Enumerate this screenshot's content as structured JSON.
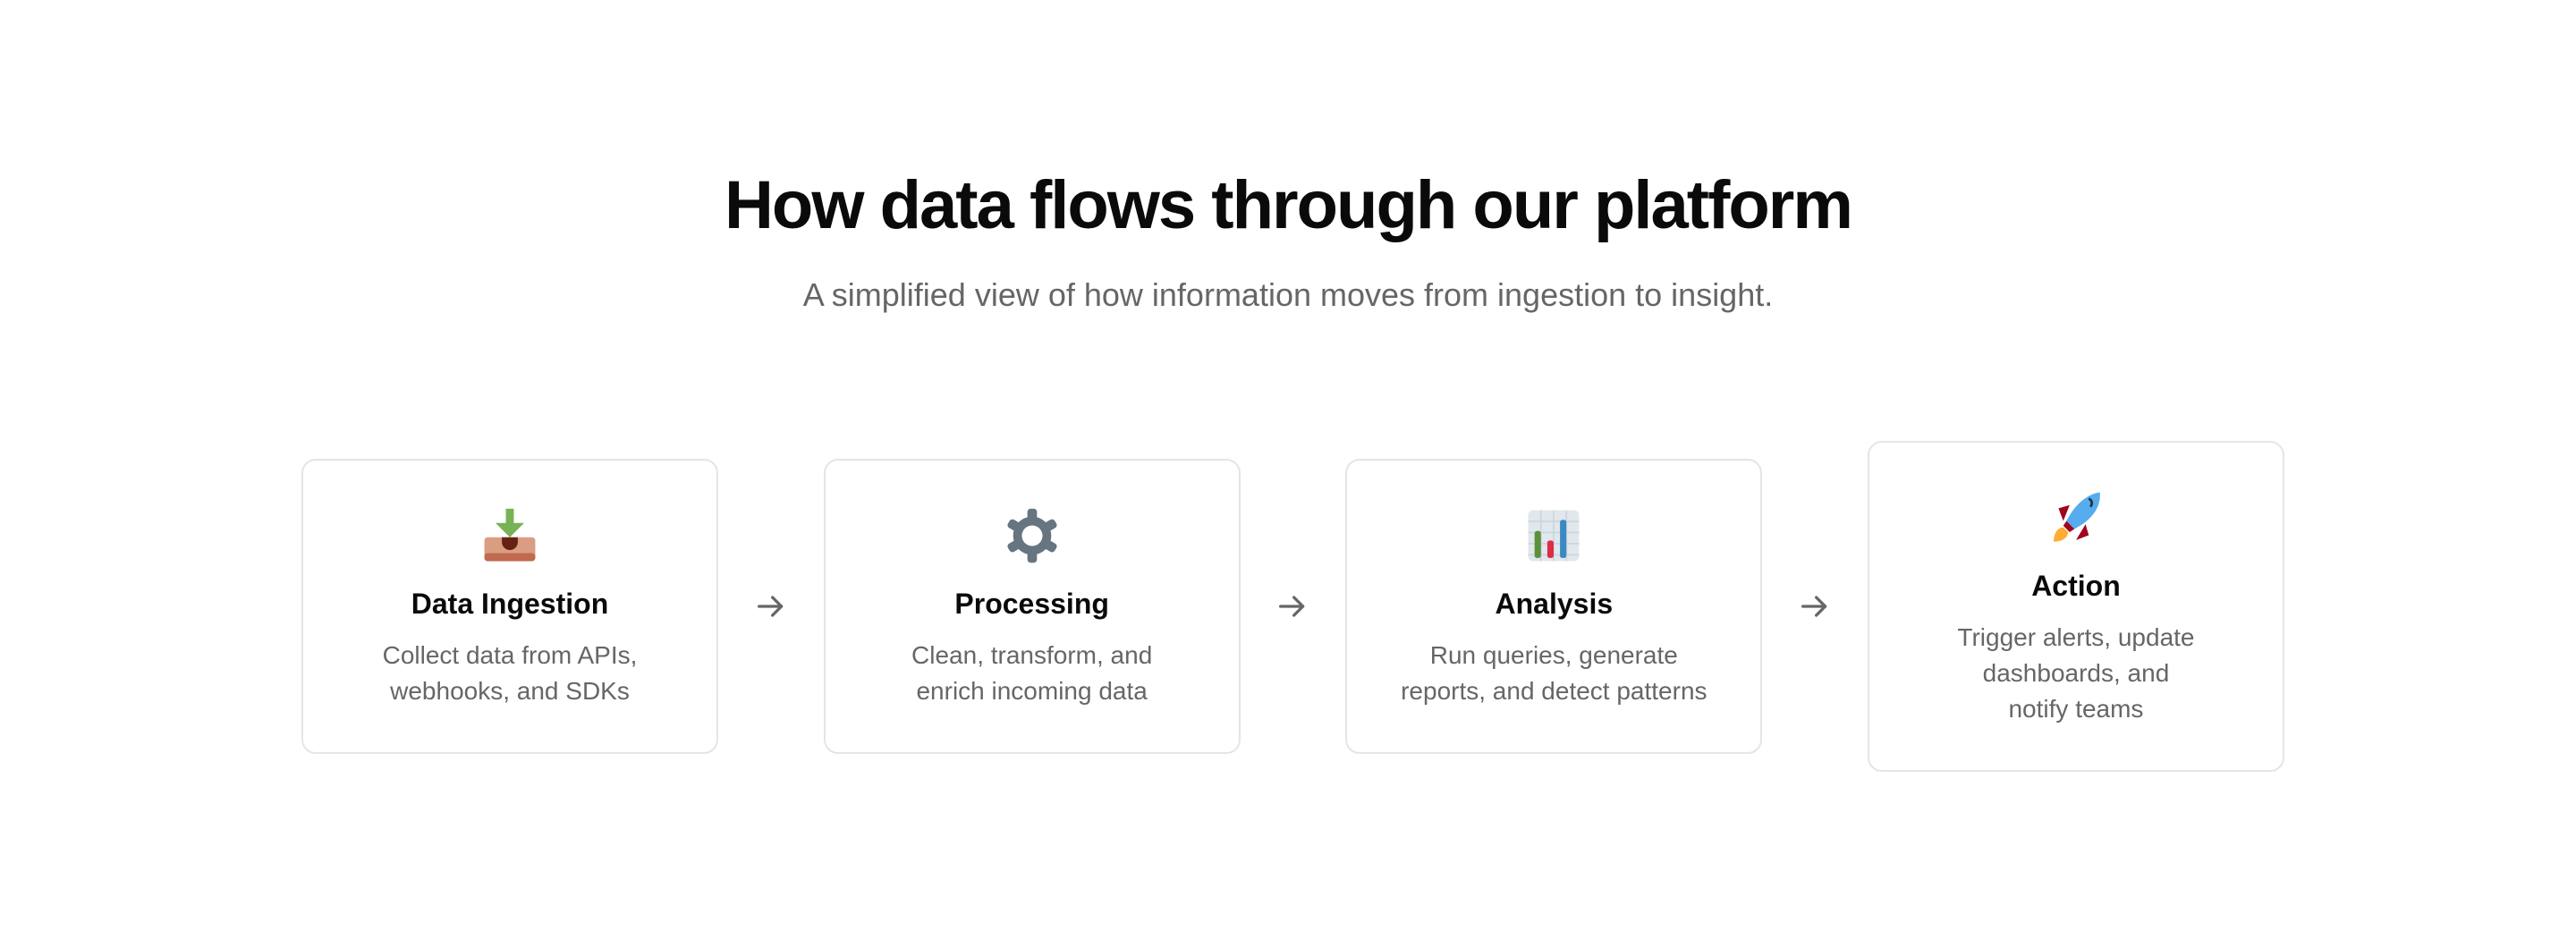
{
  "header": {
    "title": "How data flows through our platform",
    "subtitle": "A simplified view of how information moves from ingestion to insight."
  },
  "steps": [
    {
      "icon": "inbox-tray-icon",
      "title": "Data Ingestion",
      "lines": [
        "Collect data from APIs,",
        "webhooks, and SDKs"
      ]
    },
    {
      "icon": "gear-icon",
      "title": "Processing",
      "lines": [
        "Clean, transform, and",
        "enrich incoming data"
      ]
    },
    {
      "icon": "bar-chart-icon",
      "title": "Analysis",
      "lines": [
        "Run queries, generate",
        "reports, and detect patterns"
      ]
    },
    {
      "icon": "rocket-icon",
      "title": "Action",
      "lines": [
        "Trigger alerts, update",
        "dashboards, and",
        "notify teams"
      ]
    }
  ],
  "colors": {
    "text": "#0a0a0a",
    "muted": "#666666",
    "border": "#e5e5e5"
  }
}
